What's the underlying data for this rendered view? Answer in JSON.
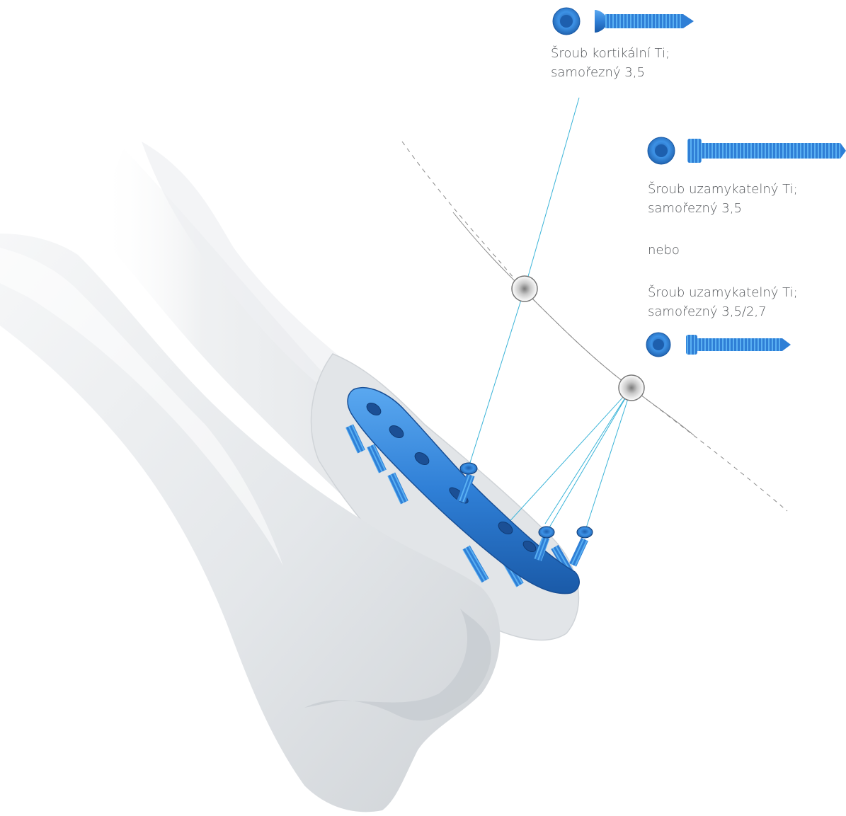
{
  "labels": {
    "cortical": {
      "line1": "Šroub kortikální Ti;",
      "line2": "samořezný 3,5"
    },
    "locking": {
      "line1": "Šroub uzamykatelný Ti;",
      "line2": "samořezný 3,5"
    },
    "or": "nebo",
    "locking_small": {
      "line1": "Šroub uzamykatelný Ti;",
      "line2": "samořezný 3,5/2,7"
    }
  },
  "colors": {
    "implant": "#2f7fd6",
    "implant_dark": "#1a5aa8",
    "leader_line": "#3bb4d8",
    "bone": "#e6e9ec",
    "bone_shadow": "#c9cdd2",
    "arc": "#9a9a9a",
    "text": "#55585c"
  },
  "icons": [
    "cortical-screw-head-icon",
    "cortical-screw-icon",
    "locking-screw-head-icon",
    "locking-screw-icon",
    "small-locking-screw-head-icon",
    "small-locking-screw-icon",
    "marker-circle-icon"
  ]
}
